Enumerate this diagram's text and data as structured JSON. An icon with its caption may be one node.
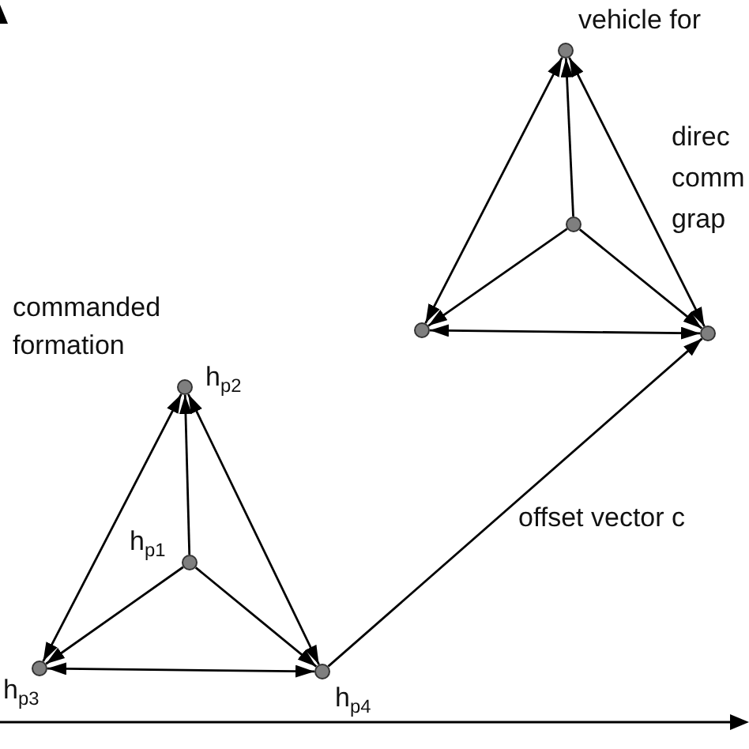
{
  "diagram": {
    "nodes": [
      {
        "text": [],
        "shape": "circle",
        "beside": [
          "h$_{p1}$"
        ]
      },
      {
        "text": [],
        "shape": "circle",
        "beside": [
          "h$_{p2}$"
        ]
      },
      {
        "text": [],
        "shape": "circle",
        "beside": [
          "h$_{p3}$"
        ]
      },
      {
        "text": [],
        "shape": "circle",
        "beside": [
          "h$_{p4}$"
        ]
      },
      {
        "text": [],
        "shape": "circle",
        "beside": [
          "vehicle for"
        ]
      },
      {
        "text": [],
        "shape": "circle"
      },
      {
        "text": [],
        "shape": "circle"
      },
      {
        "text": [],
        "shape": "circle"
      }
    ],
    "edges": [
      {
        "from": 0,
        "to": 1,
        "arrow": "to"
      },
      {
        "from": 0,
        "to": 2,
        "arrow": "to"
      },
      {
        "from": 0,
        "to": 3,
        "arrow": "to"
      },
      {
        "from": 1,
        "to": 2,
        "arrow": "both"
      },
      {
        "from": 1,
        "to": 3,
        "arrow": "both"
      },
      {
        "from": 2,
        "to": 3,
        "arrow": "both"
      },
      {
        "from": 5,
        "to": 4,
        "arrow": "to"
      },
      {
        "from": 5,
        "to": 6,
        "arrow": "to"
      },
      {
        "from": 5,
        "to": 7,
        "arrow": "to"
      },
      {
        "from": 4,
        "to": 6,
        "arrow": "both"
      },
      {
        "from": 4,
        "to": 7,
        "arrow": "both"
      },
      {
        "from": 6,
        "to": 7,
        "arrow": "both"
      },
      {
        "from": 3,
        "to": 7,
        "arrow": "to",
        "label": "offset vector c"
      }
    ],
    "labels": [
      "commanded formation",
      "direc comm grap"
    ]
  }
}
